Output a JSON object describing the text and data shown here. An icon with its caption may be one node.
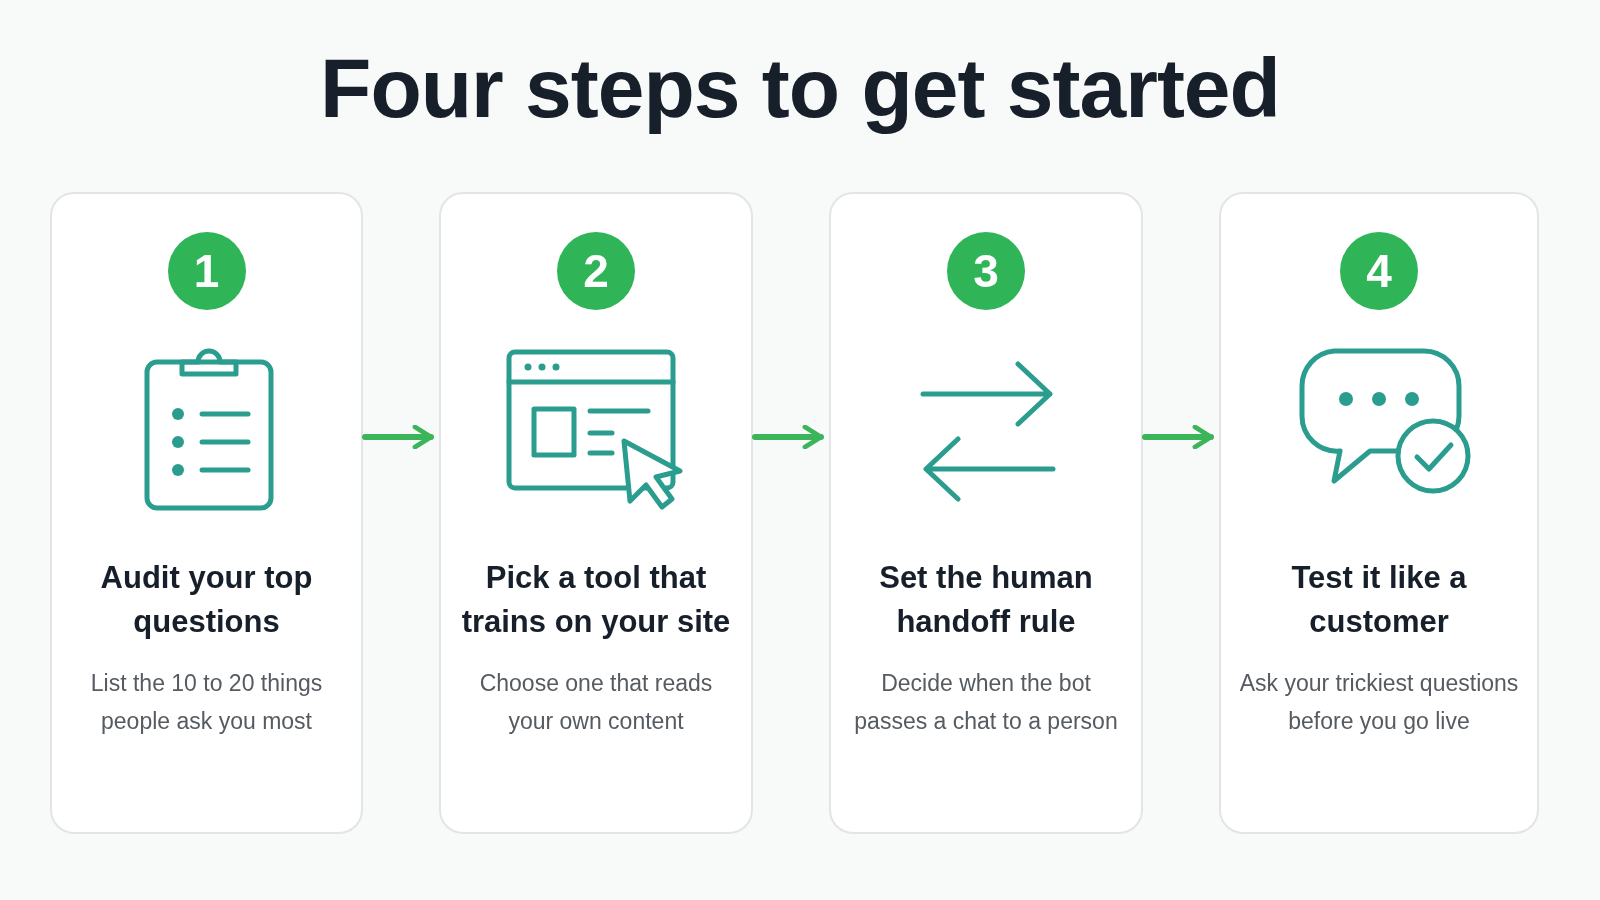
{
  "diagram": {
    "title": "Four steps to get started",
    "nodes": [
      {
        "text": [
          "Audit your top questions",
          "List the 10 to 20 things people ask you most"
        ]
      },
      {
        "text": [
          "1"
        ],
        "in": 0
      },
      {
        "text": [
          "Pick a tool that trains on your site",
          "Choose one that reads your own content"
        ]
      },
      {
        "text": [
          "2"
        ],
        "in": 2
      },
      {
        "text": [
          "Set the human handoff rule",
          "Decide when the bot passes a chat to a person"
        ]
      },
      {
        "text": [
          "3"
        ],
        "in": 4
      },
      {
        "text": [
          "Test it like a customer",
          "Ask your trickiest questions before you go live"
        ]
      },
      {
        "text": [
          "4"
        ],
        "in": 6
      }
    ],
    "edges": [
      {
        "from": 0,
        "to": 2,
        "arrow": "to"
      },
      {
        "from": 2,
        "to": 4,
        "arrow": "to"
      },
      {
        "from": 4,
        "to": 6,
        "arrow": "to"
      }
    ]
  }
}
